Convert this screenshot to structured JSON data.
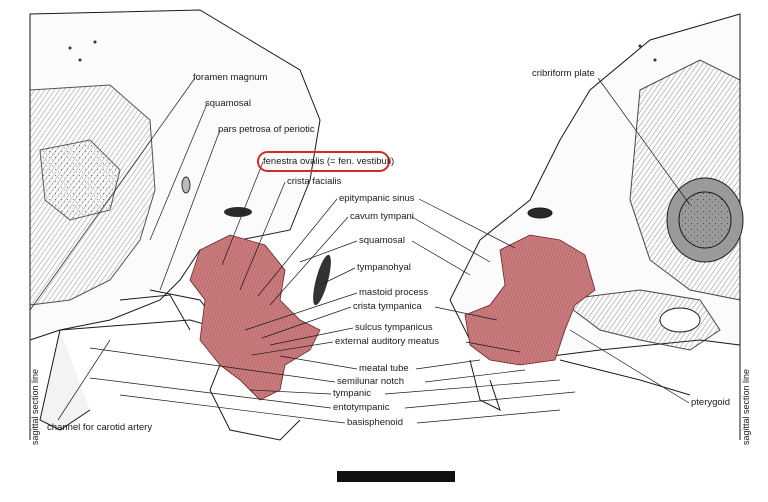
{
  "labels": {
    "foramen_magnum": "foramen magnum",
    "squamosal_top": "squamosal",
    "pars_petrosa": "pars petrosa of periotic",
    "fenestra_ovalis": "fenestra ovalis (= fen. vestibuli)",
    "crista_facialis": "crista facialis",
    "epitympanic_sinus": "epitympanic  sinus",
    "cavum_tympani": "cavum tympani",
    "squamosal_mid": "squamosal",
    "tympanohyal": "tympanohyal",
    "mastoid_process": "mastoid process",
    "crista_tympanica": "crista tympanica",
    "sulcus_tympanicus": "sulcus tympanicus",
    "external_auditory_meatus": "external auditory meatus",
    "meatal_tube": "meatal tube",
    "semilunar_notch": "semilunar notch",
    "tympanic": "tympanic",
    "entotympanic": "entotympanic",
    "basisphenoid": "basisphenoid",
    "cribriform_plate": "cribriform plate",
    "pterygoid": "pterygoid",
    "channel_carotid": "channel for carotid artery",
    "sagittal_left": "sagittal section line",
    "sagittal_right": "sagittal section line"
  },
  "colors": {
    "highlight_ring": "#d42a2a",
    "bulla_fill": "#c97b7d",
    "line": "#1a1a1a"
  }
}
